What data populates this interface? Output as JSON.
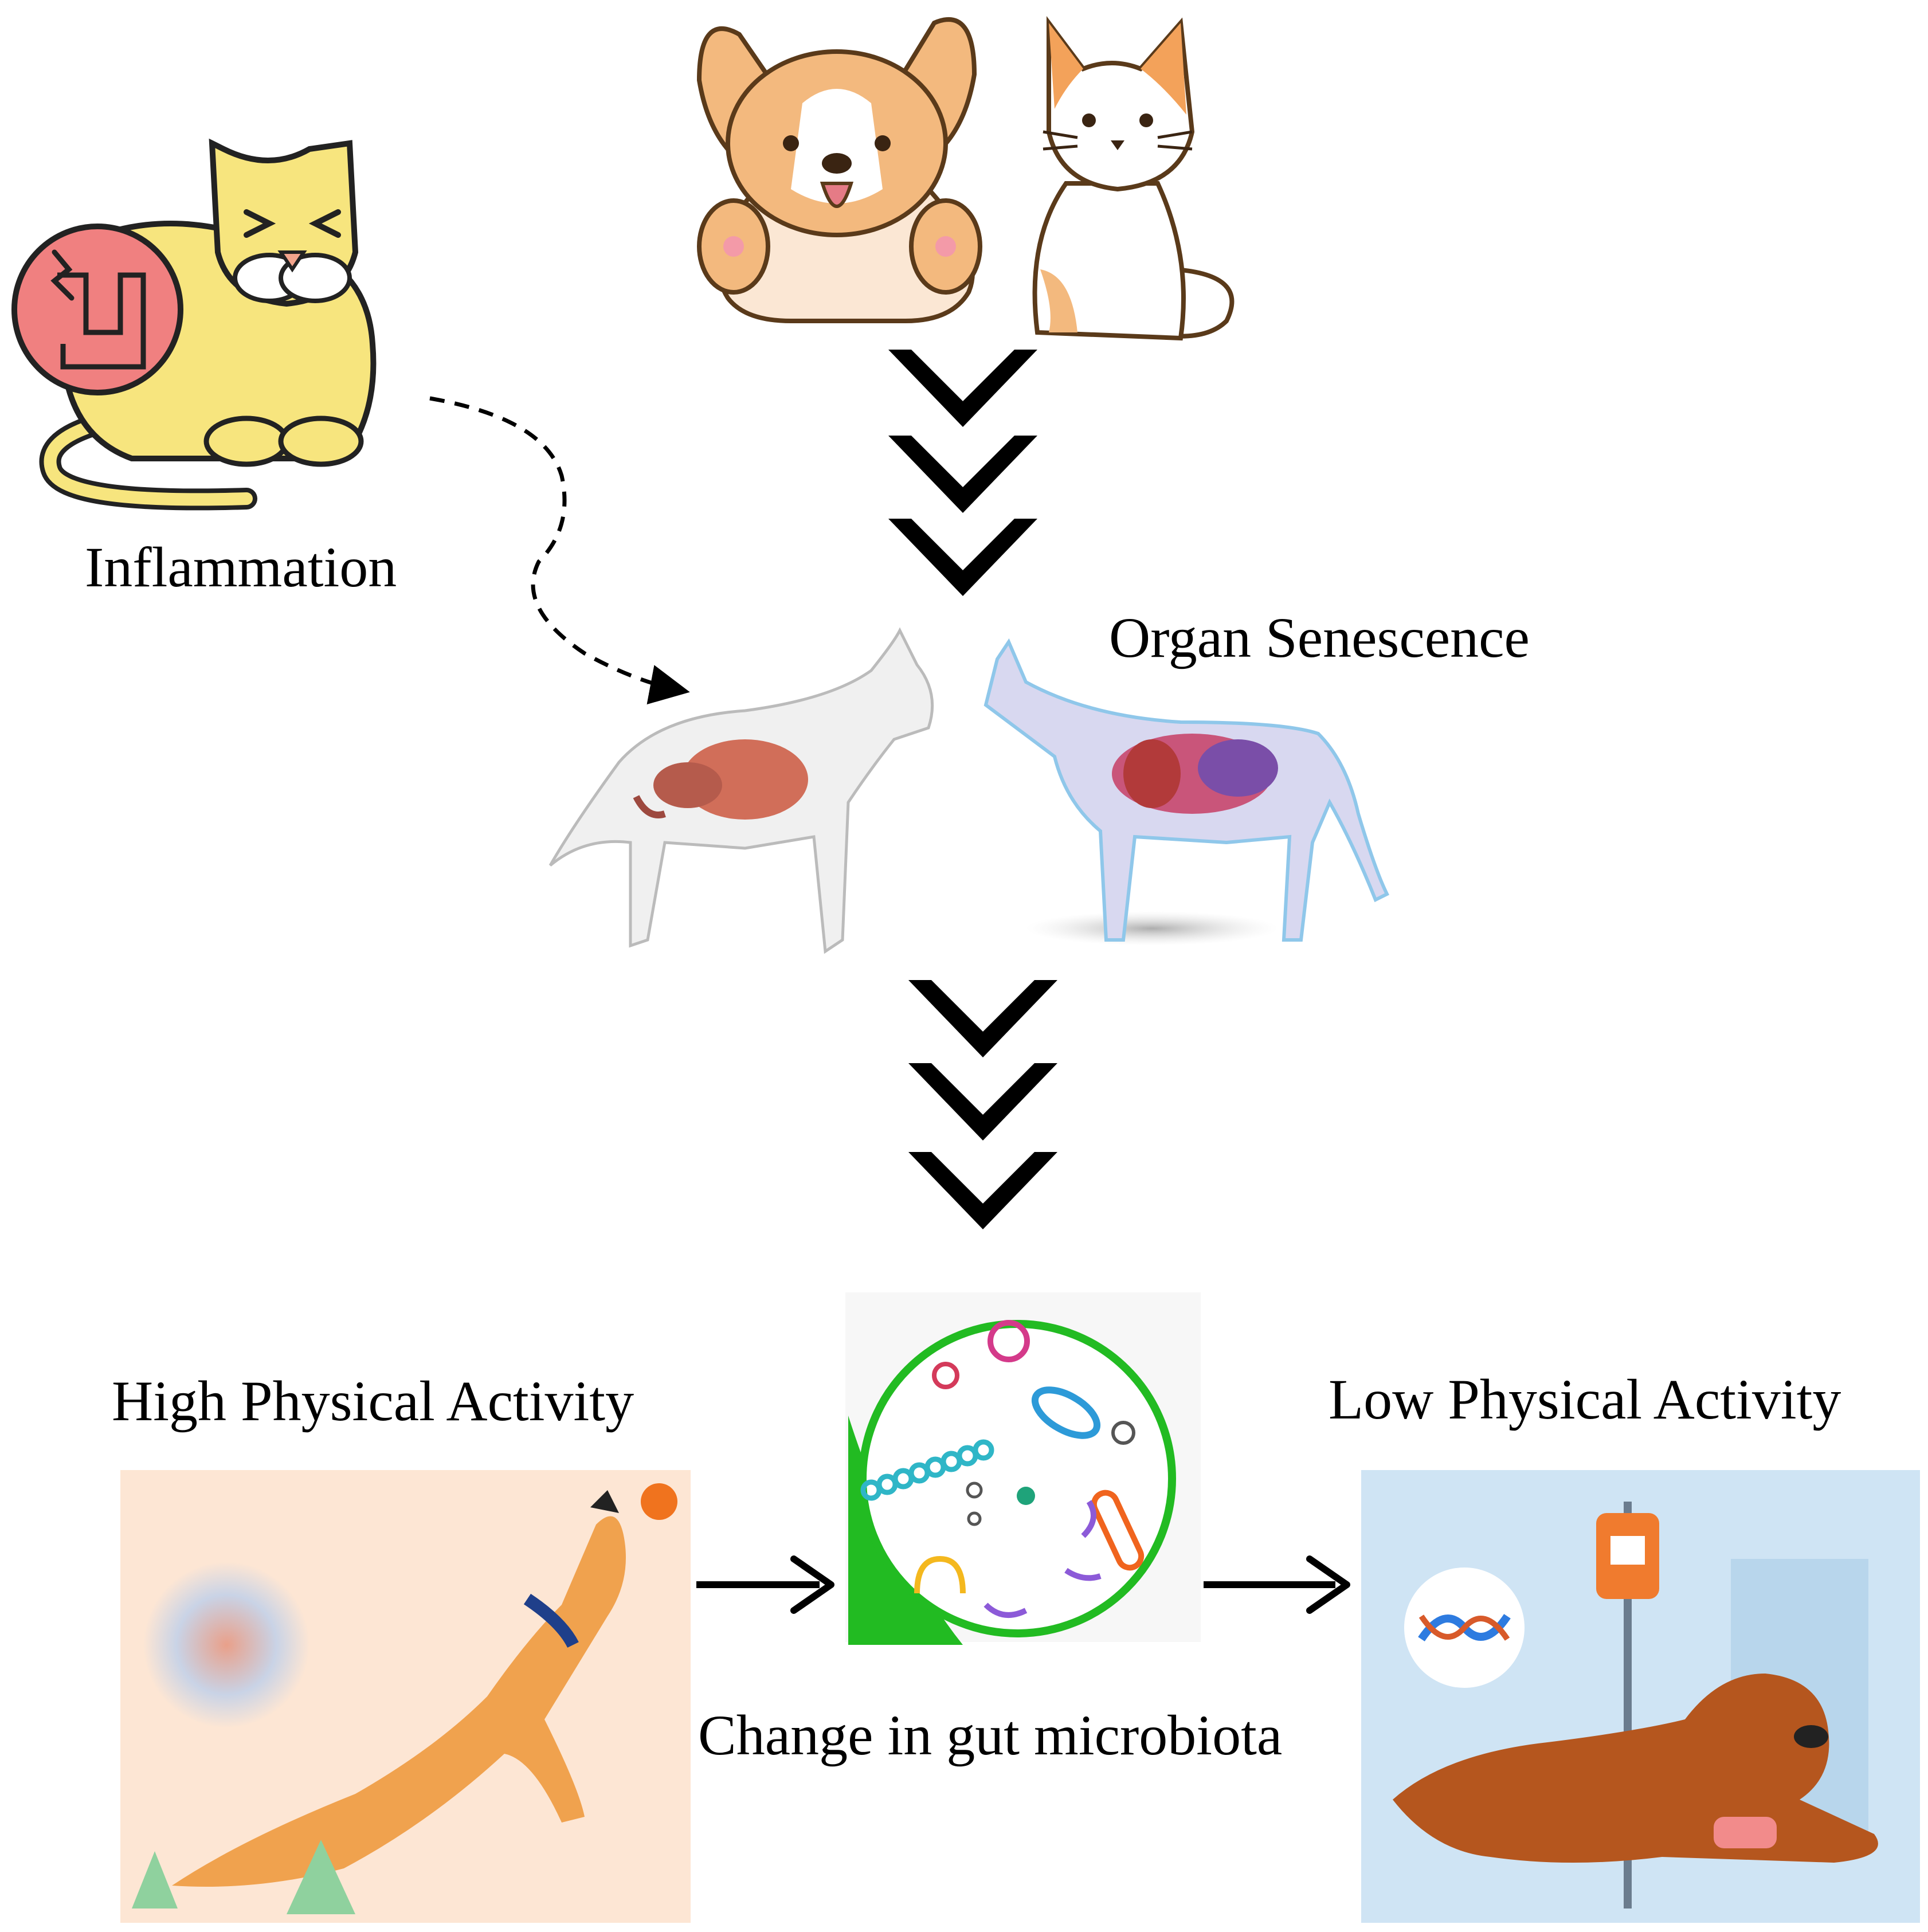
{
  "labels": {
    "inflammation": "Inflammation",
    "organ_senescence": "Organ Senescence",
    "high_activity": "High Physical Activity",
    "low_activity": "Low Physical Activity",
    "gut_microbiota": "Change in gut microbiota"
  },
  "colors": {
    "arrow": "#000000",
    "inflam_cat": "#f7e57e",
    "inflam_circle": "#f08080",
    "microbiota_ring": "#22bb22",
    "high_panel_bg": "#fde6d4",
    "high_dog": "#f0a24e",
    "low_panel_bg": "#cfe4f4",
    "low_dog": "#b5561e"
  },
  "icons": [
    "sick-cat-icon",
    "dog-cartoon-icon",
    "cat-cartoon-icon",
    "dog-anatomy-icon",
    "cat-anatomy-icon",
    "gut-microbiota-icon",
    "active-dog-icon",
    "sick-dog-icon"
  ]
}
